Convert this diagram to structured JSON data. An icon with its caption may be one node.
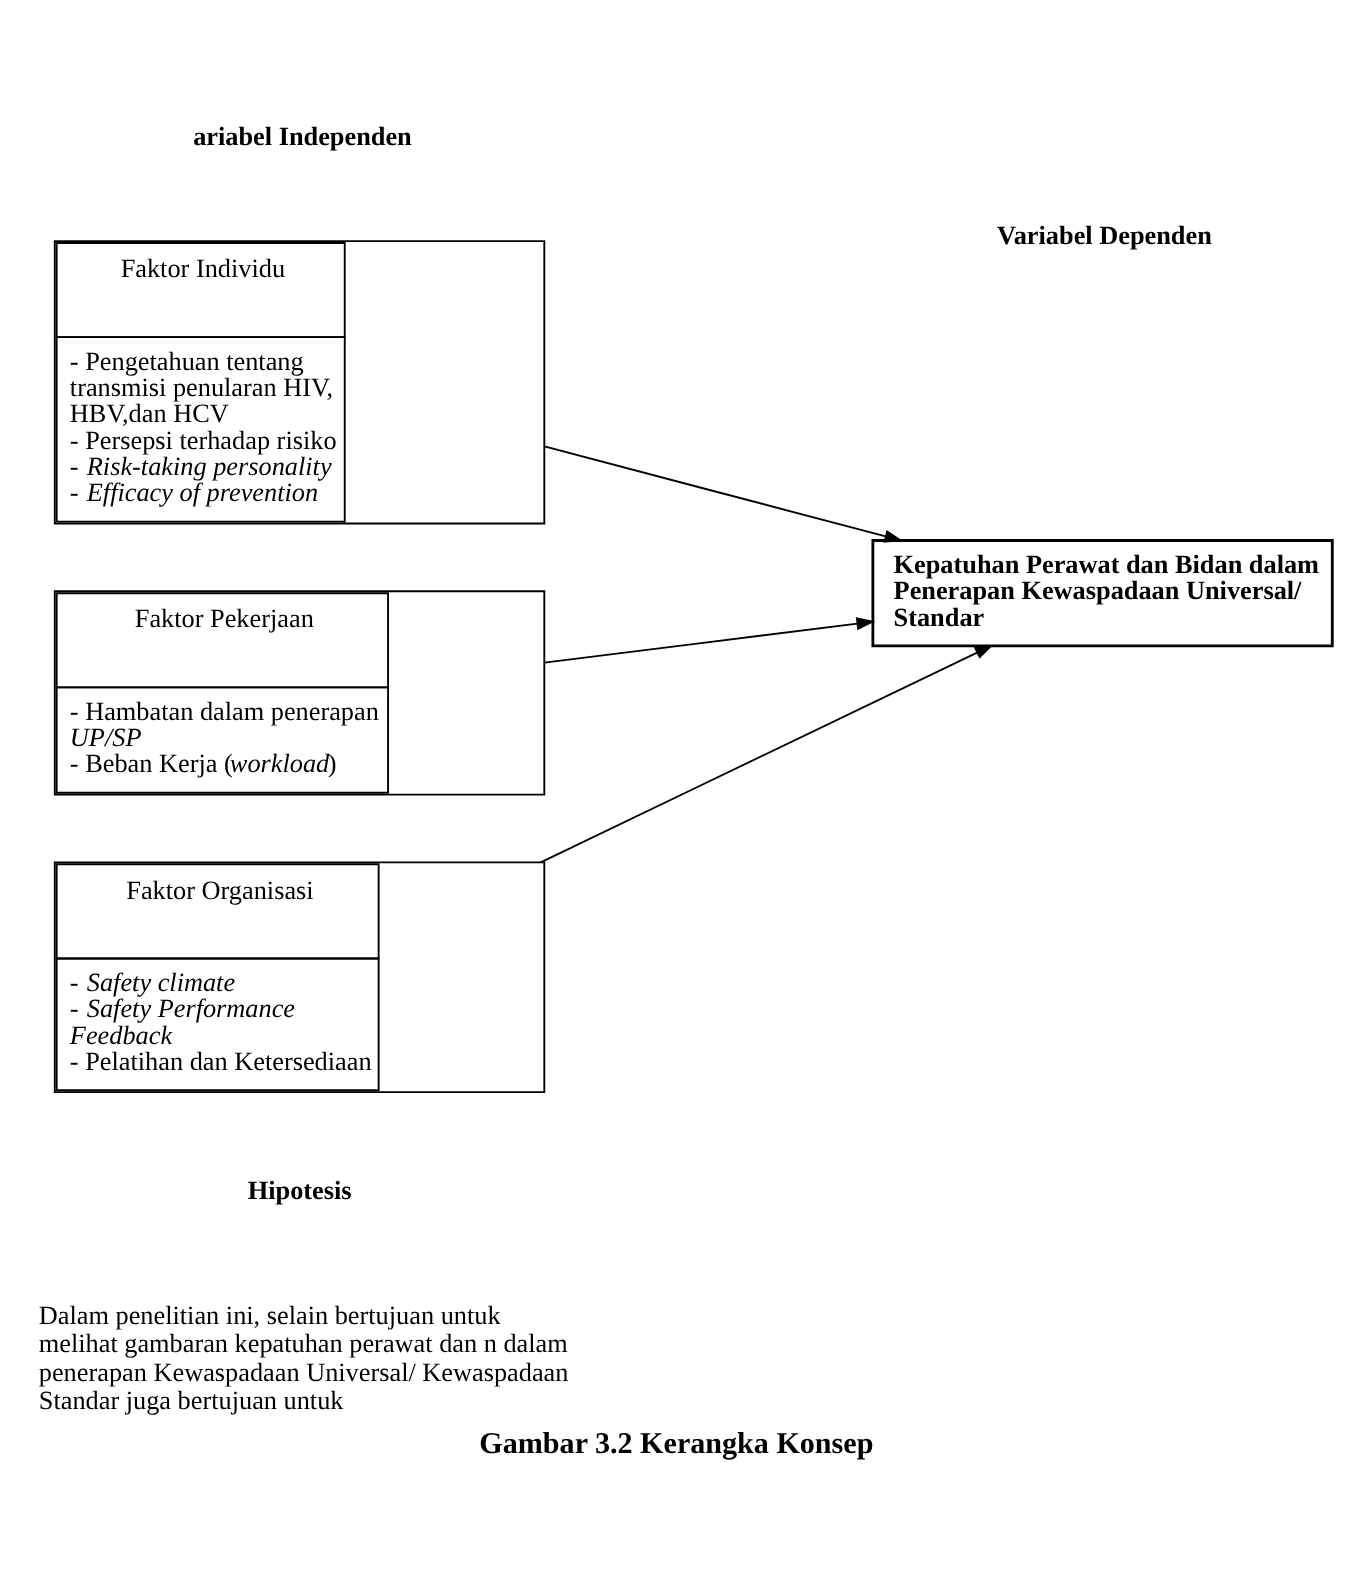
{
  "diagram": {
    "caption": "Gambar 3.2 Kerangka Konsep",
    "nodes": [
      {
        "text": [
          "Faktor Individu",
          "- Pengetahuan tentang transmisi penularan HIV, HBV,dan HCV",
          "- Persepsi terhadap risiko",
          "- *Risk-taking personality*",
          "- *Efficacy of prevention*"
        ]
      },
      {
        "text": [
          "Faktor Pekerjaan",
          "- Hambatan dalam penerapan *UP/SP*",
          "- Beban Kerja (*workload*)"
        ]
      },
      {
        "text": [
          "Faktor Organisasi",
          "- *Safety climate*",
          "- *Safety Performance Feedback*",
          "- Pelatihan dan Ketersediaan"
        ]
      },
      {
        "text": [
          "Kepatuhan Perawat dan Bidan dalam Penerapan Kewaspadaan Universal/ Standar"
        ]
      }
    ],
    "edges": [
      {
        "from": 0,
        "to": 3,
        "arrow": "to"
      },
      {
        "from": 1,
        "to": 3,
        "arrow": "to"
      },
      {
        "from": 2,
        "to": 3,
        "arrow": "to"
      }
    ],
    "labels": [
      "ariabel Independen",
      "Variabel Dependen",
      "Hipotesis",
      "Dalam penelitian ini, selain bertujuan untuk melihat gambaran kepatuhan perawat dan n dalam penerapan Kewaspadaan Universal/ Kewaspadaan Standar juga bertujuan untuk"
    ]
  }
}
